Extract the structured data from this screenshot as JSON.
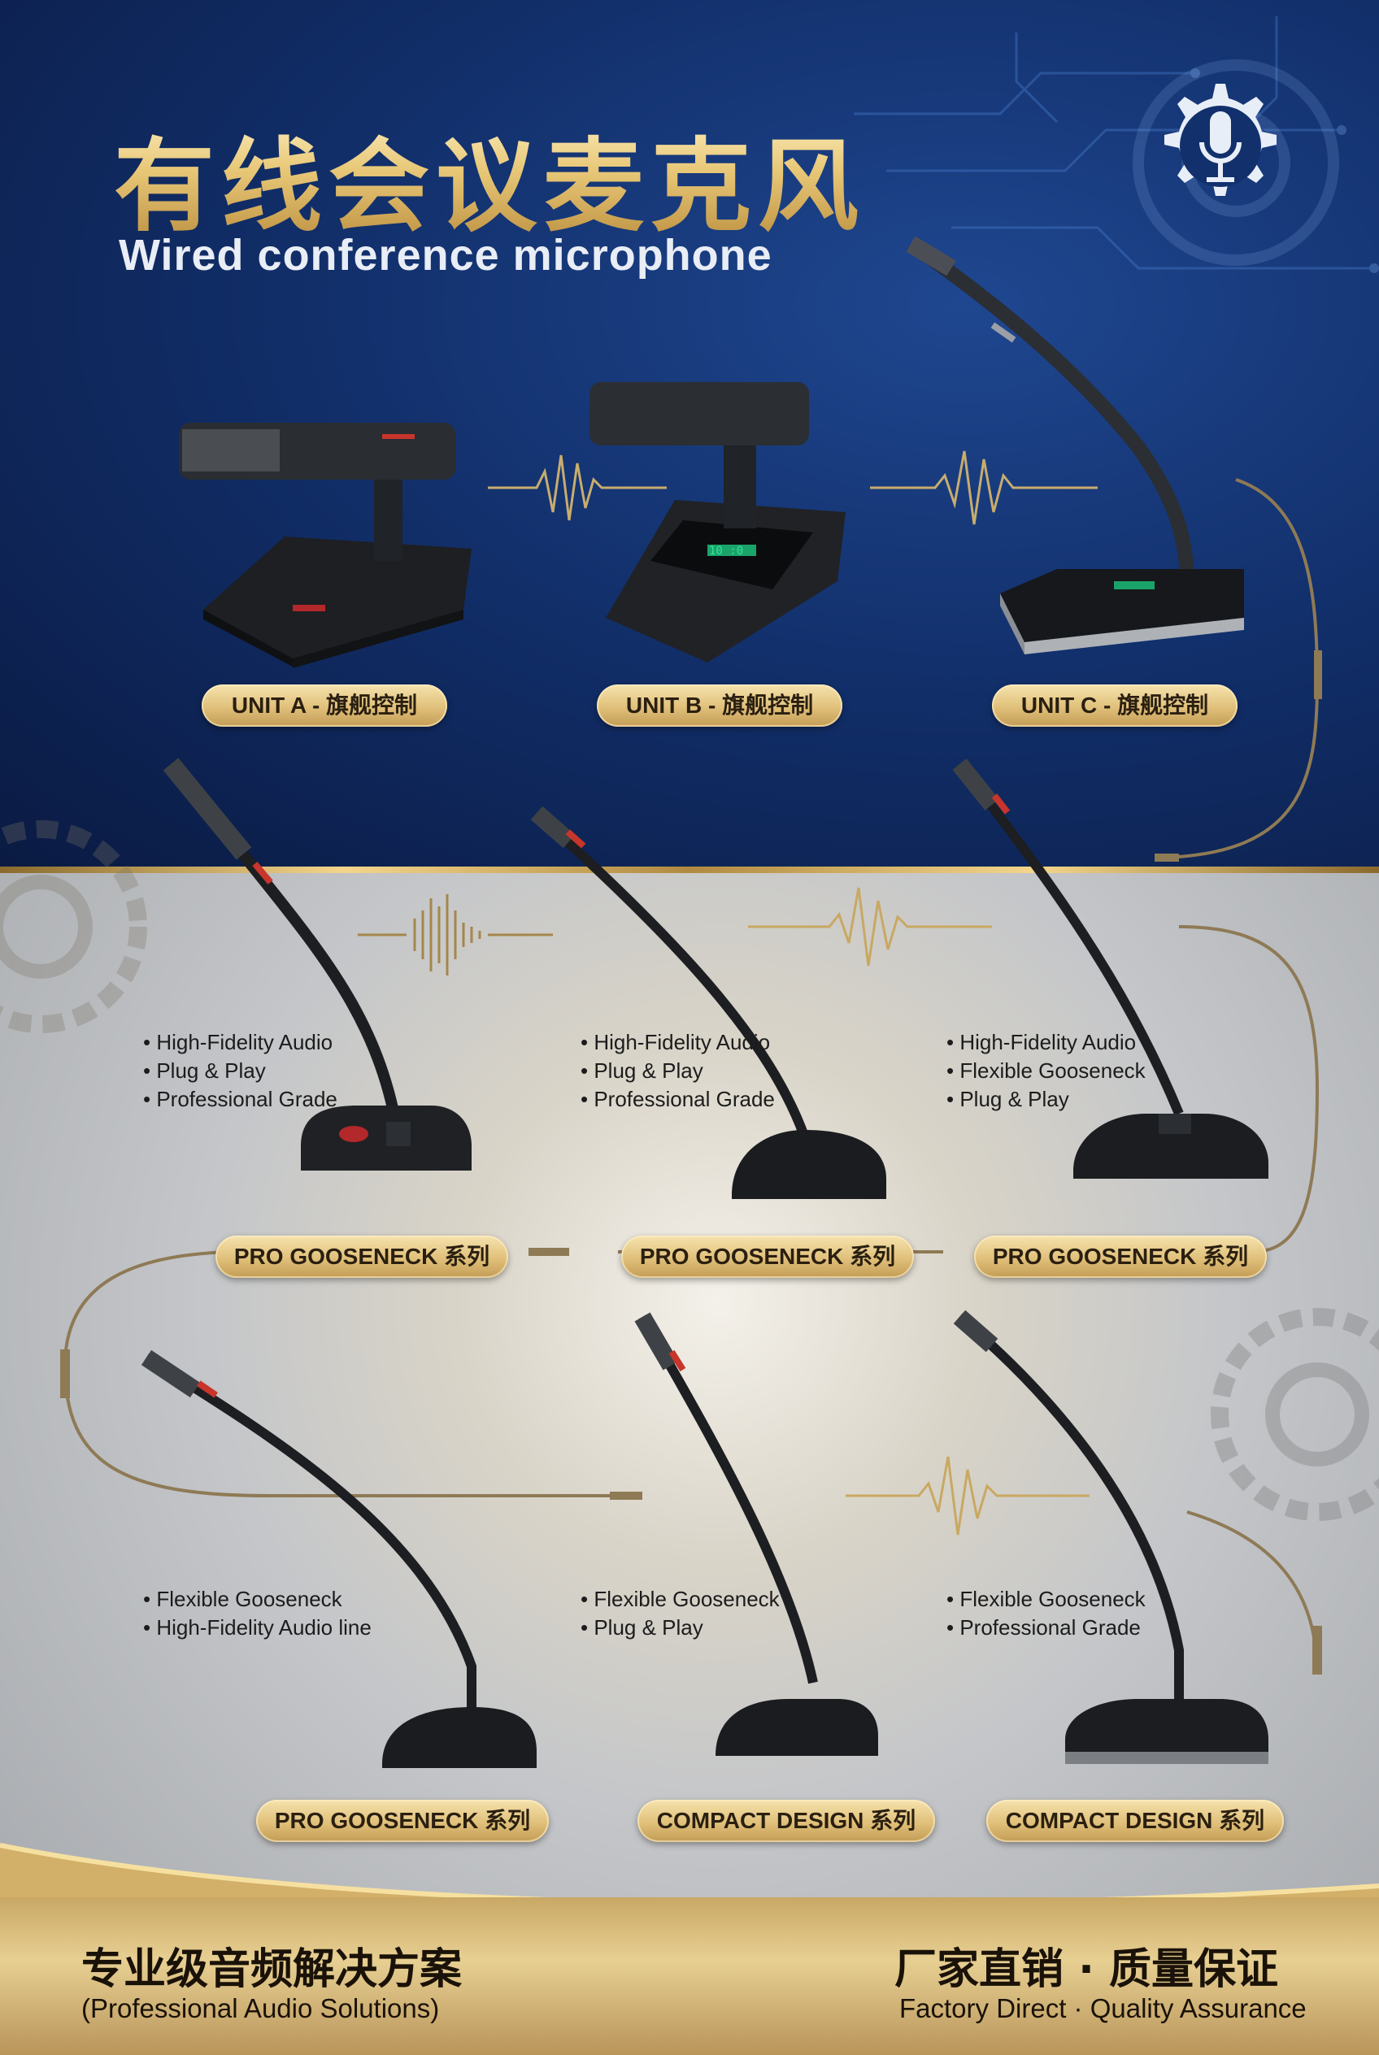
{
  "header": {
    "title_cn": "有线会议麦克风",
    "title_en": "Wired conference microphone"
  },
  "icons": {
    "top_right": "gear-microphone-icon",
    "decor": "gear-icon"
  },
  "colors": {
    "navy": "#12306c",
    "gold": "#e0c07a",
    "silver": "#c4c6c9"
  },
  "row1": [
    {
      "label": "UNIT A - 旗舰控制",
      "display": ""
    },
    {
      "label": "UNIT B - 旗舰控制",
      "display": "10 :0"
    },
    {
      "label": "UNIT C - 旗舰控制",
      "display": ""
    }
  ],
  "row2": [
    {
      "label": "PRO GOOSENECK 系列",
      "features": [
        "High-Fidelity Audio",
        "Plug & Play",
        "Professional Grade"
      ]
    },
    {
      "label": "PRO GOOSENECK 系列",
      "features": [
        "High-Fidelity Audio",
        "Plug & Play",
        "Professional Grade"
      ]
    },
    {
      "label": "PRO GOOSENECK 系列",
      "features": [
        "High-Fidelity Audio",
        "Flexible Gooseneck",
        "Plug & Play"
      ]
    }
  ],
  "row3": [
    {
      "label": "PRO GOOSENECK 系列",
      "features": [
        "Flexible Gooseneck",
        "High-Fidelity Audio line"
      ]
    },
    {
      "label": "COMPACT DESIGN 系列",
      "features": [
        "Flexible Gooseneck",
        "Plug & Play"
      ]
    },
    {
      "label": "COMPACT DESIGN 系列",
      "features": [
        "Flexible Gooseneck",
        "Professional Grade"
      ]
    }
  ],
  "footer": {
    "left_cn": "专业级音频解决方案",
    "left_en": "(Professional Audio Solutions)",
    "right_cn": "厂家直销 · 质量保证",
    "right_en": "Factory Direct · Quality Assurance"
  }
}
